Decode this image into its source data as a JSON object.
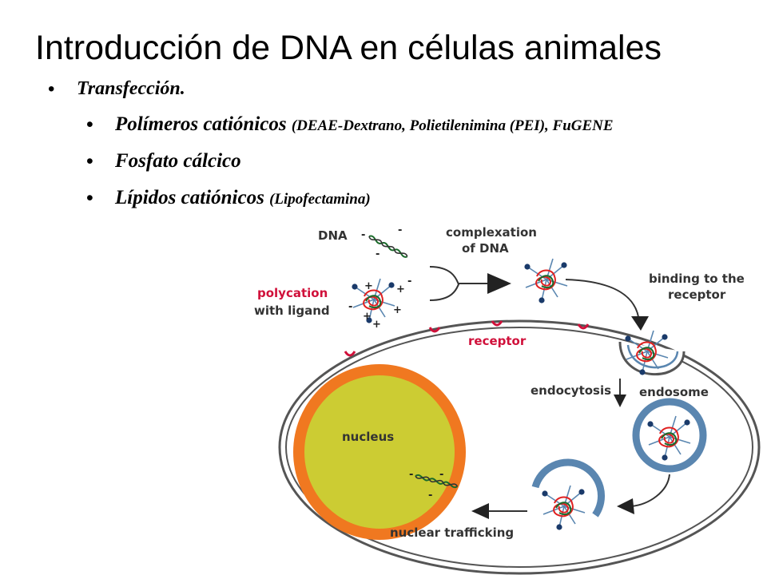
{
  "title": "Introducción de DNA en células animales",
  "bullets": {
    "main": "Transfección.",
    "polymers": "Polímeros catiónicos",
    "polymers_detail": "(DEAE-Dextrano, Polietilenimina (PEI), FuGENE",
    "phosphate": "Fosfato cálcico",
    "lipids": "Lípidos catiónicos",
    "lipids_detail": "(Lipofectamina)"
  },
  "diagram": {
    "dna": "DNA",
    "complexation_1": "complexation",
    "complexation_2": "of DNA",
    "polycation_1": "polycation",
    "polycation_2": "with ligand",
    "binding_1": "binding to the",
    "binding_2": "receptor",
    "receptor": "receptor",
    "endocytosis": "endocytosis",
    "endosome": "endosome",
    "nucleus": "nucleus",
    "nuclear_trafficking": "nuclear trafficking",
    "plus": "+",
    "minus": "-"
  },
  "colors": {
    "membrane": "#555555",
    "nucleus_fill": "#cccc33",
    "nucleus_ring": "#f07820",
    "red_label": "#d0103a",
    "endosome": "#5a86b0",
    "ligand": "#1a3a6a"
  }
}
